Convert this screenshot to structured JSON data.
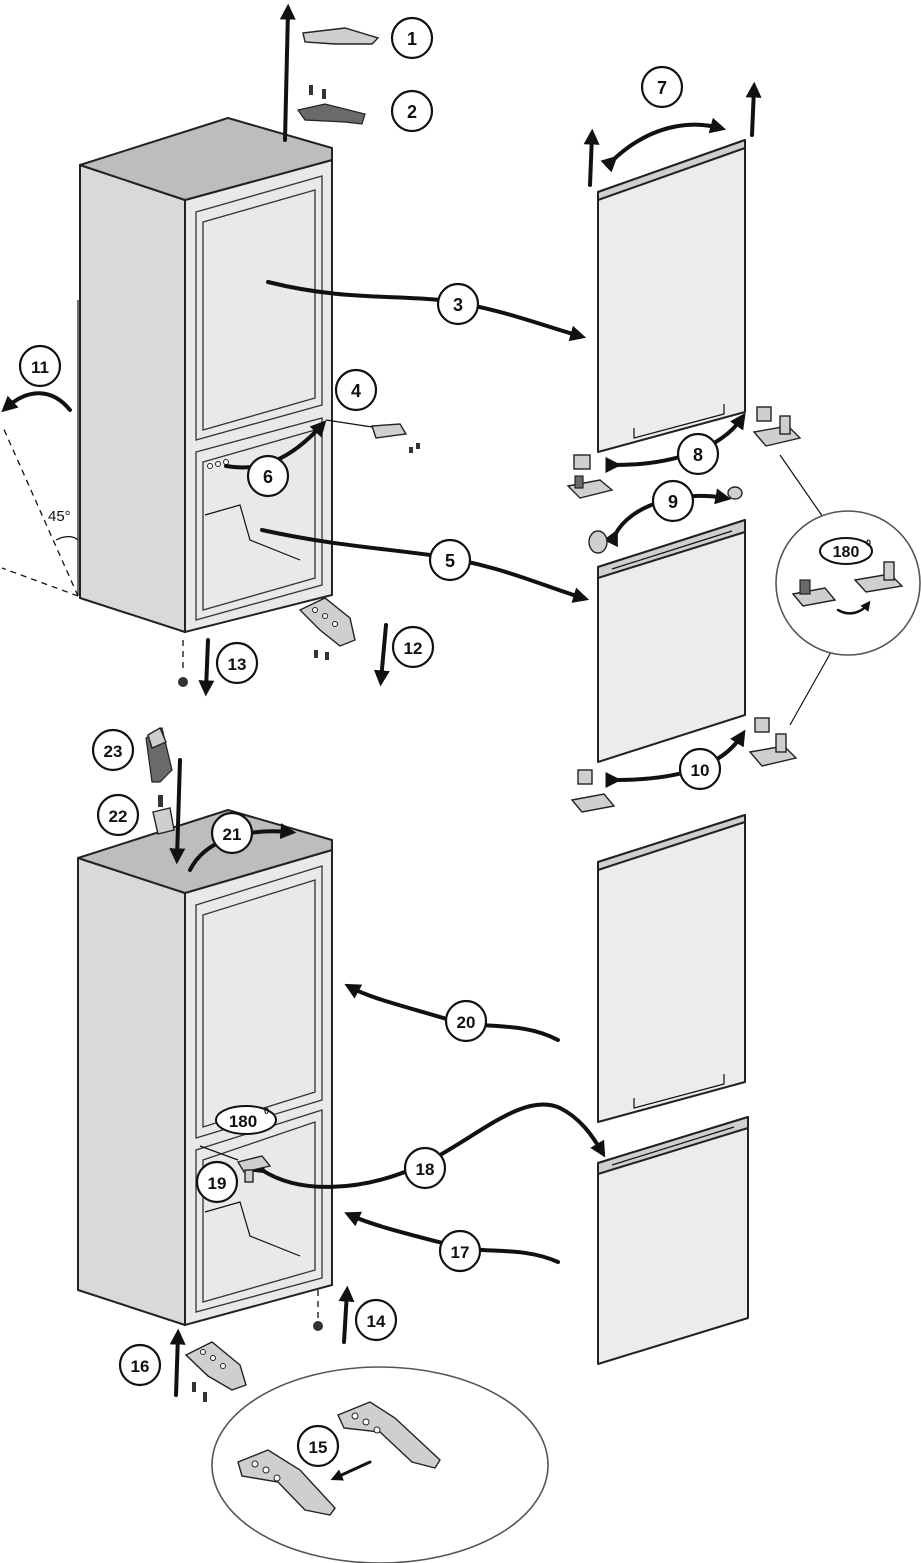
{
  "diagram": {
    "callouts": [
      {
        "id": "c1",
        "label": "1"
      },
      {
        "id": "c2",
        "label": "2"
      },
      {
        "id": "c3",
        "label": "3"
      },
      {
        "id": "c4",
        "label": "4"
      },
      {
        "id": "c5",
        "label": "5"
      },
      {
        "id": "c6",
        "label": "6"
      },
      {
        "id": "c7",
        "label": "7"
      },
      {
        "id": "c8",
        "label": "8"
      },
      {
        "id": "c9",
        "label": "9"
      },
      {
        "id": "c10",
        "label": "10"
      },
      {
        "id": "c11",
        "label": "11"
      },
      {
        "id": "c12",
        "label": "12"
      },
      {
        "id": "c13",
        "label": "13"
      },
      {
        "id": "c14",
        "label": "14"
      },
      {
        "id": "c15",
        "label": "15"
      },
      {
        "id": "c16",
        "label": "16"
      },
      {
        "id": "c17",
        "label": "17"
      },
      {
        "id": "c18",
        "label": "18"
      },
      {
        "id": "c19",
        "label": "19"
      },
      {
        "id": "c20",
        "label": "20"
      },
      {
        "id": "c21",
        "label": "21"
      },
      {
        "id": "c22",
        "label": "22"
      },
      {
        "id": "c23",
        "label": "23"
      }
    ],
    "angle_label": "45°",
    "rotation_labels": {
      "hinge_detail": "180",
      "middle_hinge": "180",
      "degree_mark": "0"
    }
  }
}
